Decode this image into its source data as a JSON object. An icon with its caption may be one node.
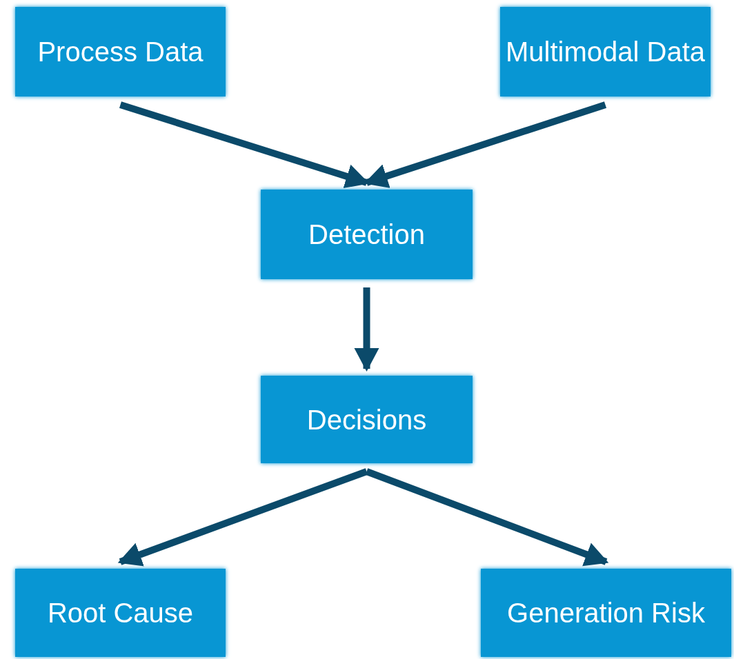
{
  "diagram": {
    "nodes": [
      {
        "text": [
          "Process Data"
        ]
      },
      {
        "text": [
          "Multimodal Data"
        ]
      },
      {
        "text": [
          "Detection"
        ]
      },
      {
        "text": [
          "Decisions"
        ]
      },
      {
        "text": [
          "Root Cause"
        ]
      },
      {
        "text": [
          "Generation Risk"
        ]
      }
    ],
    "edges": [
      {
        "from": 0,
        "to": 2,
        "arrow": "to"
      },
      {
        "from": 1,
        "to": 2,
        "arrow": "to"
      },
      {
        "from": 2,
        "to": 3,
        "arrow": "to"
      },
      {
        "from": 3,
        "to": 4,
        "arrow": "to"
      },
      {
        "from": 3,
        "to": 5,
        "arrow": "to"
      }
    ]
  }
}
